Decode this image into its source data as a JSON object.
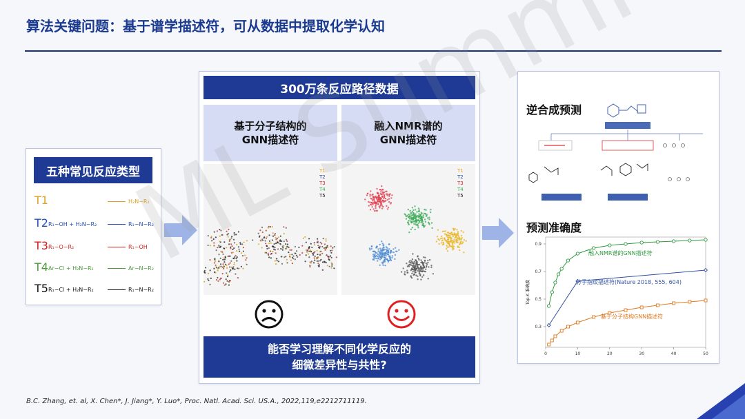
{
  "title": "算法关键问题：基于谱学描述符，可从数据中提取化学认知",
  "left_panel": {
    "header": "五种常见反应类型",
    "reactions": [
      {
        "label": "T1",
        "color": "#e0a020",
        "reactants": "",
        "product": "H₂N−R₂"
      },
      {
        "label": "T2",
        "color": "#2350b5",
        "reactants": "R₁−OH + H₂N−R₂",
        "product": "R₁−N−R₂"
      },
      {
        "label": "T3",
        "color": "#d42020",
        "reactants": "R₁−O−R₂",
        "product": "R₁−OH"
      },
      {
        "label": "T4",
        "color": "#4a9a3a",
        "reactants": "Ar−Cl + H₂N−R₂",
        "product": "Ar−N−R₂"
      },
      {
        "label": "T5",
        "color": "#111111",
        "reactants": "R₁−Cl + H₂N−R₂",
        "product": "R₁−N−R₂"
      }
    ]
  },
  "center_panel": {
    "header": "300万条反应路径数据",
    "left_label": "基于分子结构的\nGNN描述符",
    "right_label": "融入NMR谱的\nGNN描述符",
    "left_face": "sad",
    "right_face": "happy",
    "question": "能否学习理解不同化学反应的\n细微差异性与共性?",
    "legend": [
      "T1",
      "T2",
      "T3",
      "T4",
      "T5"
    ]
  },
  "right_panel": {
    "retro_title": "逆合成预测",
    "acc_title": "预测准确度"
  },
  "chart_data": {
    "type": "line",
    "ylabel": "Top-K 准确度",
    "xlim": [
      0,
      50
    ],
    "ylim": [
      0.15,
      0.95
    ],
    "xticks": [
      "0",
      "10",
      "20",
      "30",
      "40",
      "50"
    ],
    "yticks": [
      "0.3",
      "0.5",
      "0.7",
      "0.9"
    ],
    "series": [
      {
        "name": "融入NMR谱的GNN描述符",
        "color": "#2e9a3e",
        "x": [
          1,
          2,
          3,
          4,
          5,
          7,
          10,
          15,
          20,
          25,
          30,
          35,
          40,
          45,
          50
        ],
        "values": [
          0.45,
          0.55,
          0.62,
          0.68,
          0.72,
          0.78,
          0.83,
          0.87,
          0.89,
          0.9,
          0.91,
          0.915,
          0.92,
          0.925,
          0.93
        ]
      },
      {
        "name": "分子指纹描述符(Nature 2018, 555, 604)",
        "color": "#3050a0",
        "x": [
          1,
          10,
          50
        ],
        "values": [
          0.31,
          0.63,
          0.71
        ]
      },
      {
        "name": "基于分子结构GNN描述符",
        "color": "#e07a20",
        "x": [
          1,
          2,
          3,
          5,
          7,
          10,
          15,
          20,
          25,
          30,
          35,
          40,
          45,
          50
        ],
        "values": [
          0.17,
          0.2,
          0.23,
          0.27,
          0.3,
          0.33,
          0.37,
          0.4,
          0.42,
          0.44,
          0.455,
          0.47,
          0.48,
          0.49
        ]
      }
    ]
  },
  "citation": "B.C. Zhang, et. al, X. Chen*, J. Jiang*, Y. Luo*, Proc. Natl. Acad. Sci. US.A., 2022,119,e2212711119.",
  "watermark": "ML Summit",
  "colors": {
    "primary": "#1e3a94",
    "title": "#1a3a8f",
    "lavender": "#d6dcf4",
    "arrow": "#9fb4e6"
  }
}
